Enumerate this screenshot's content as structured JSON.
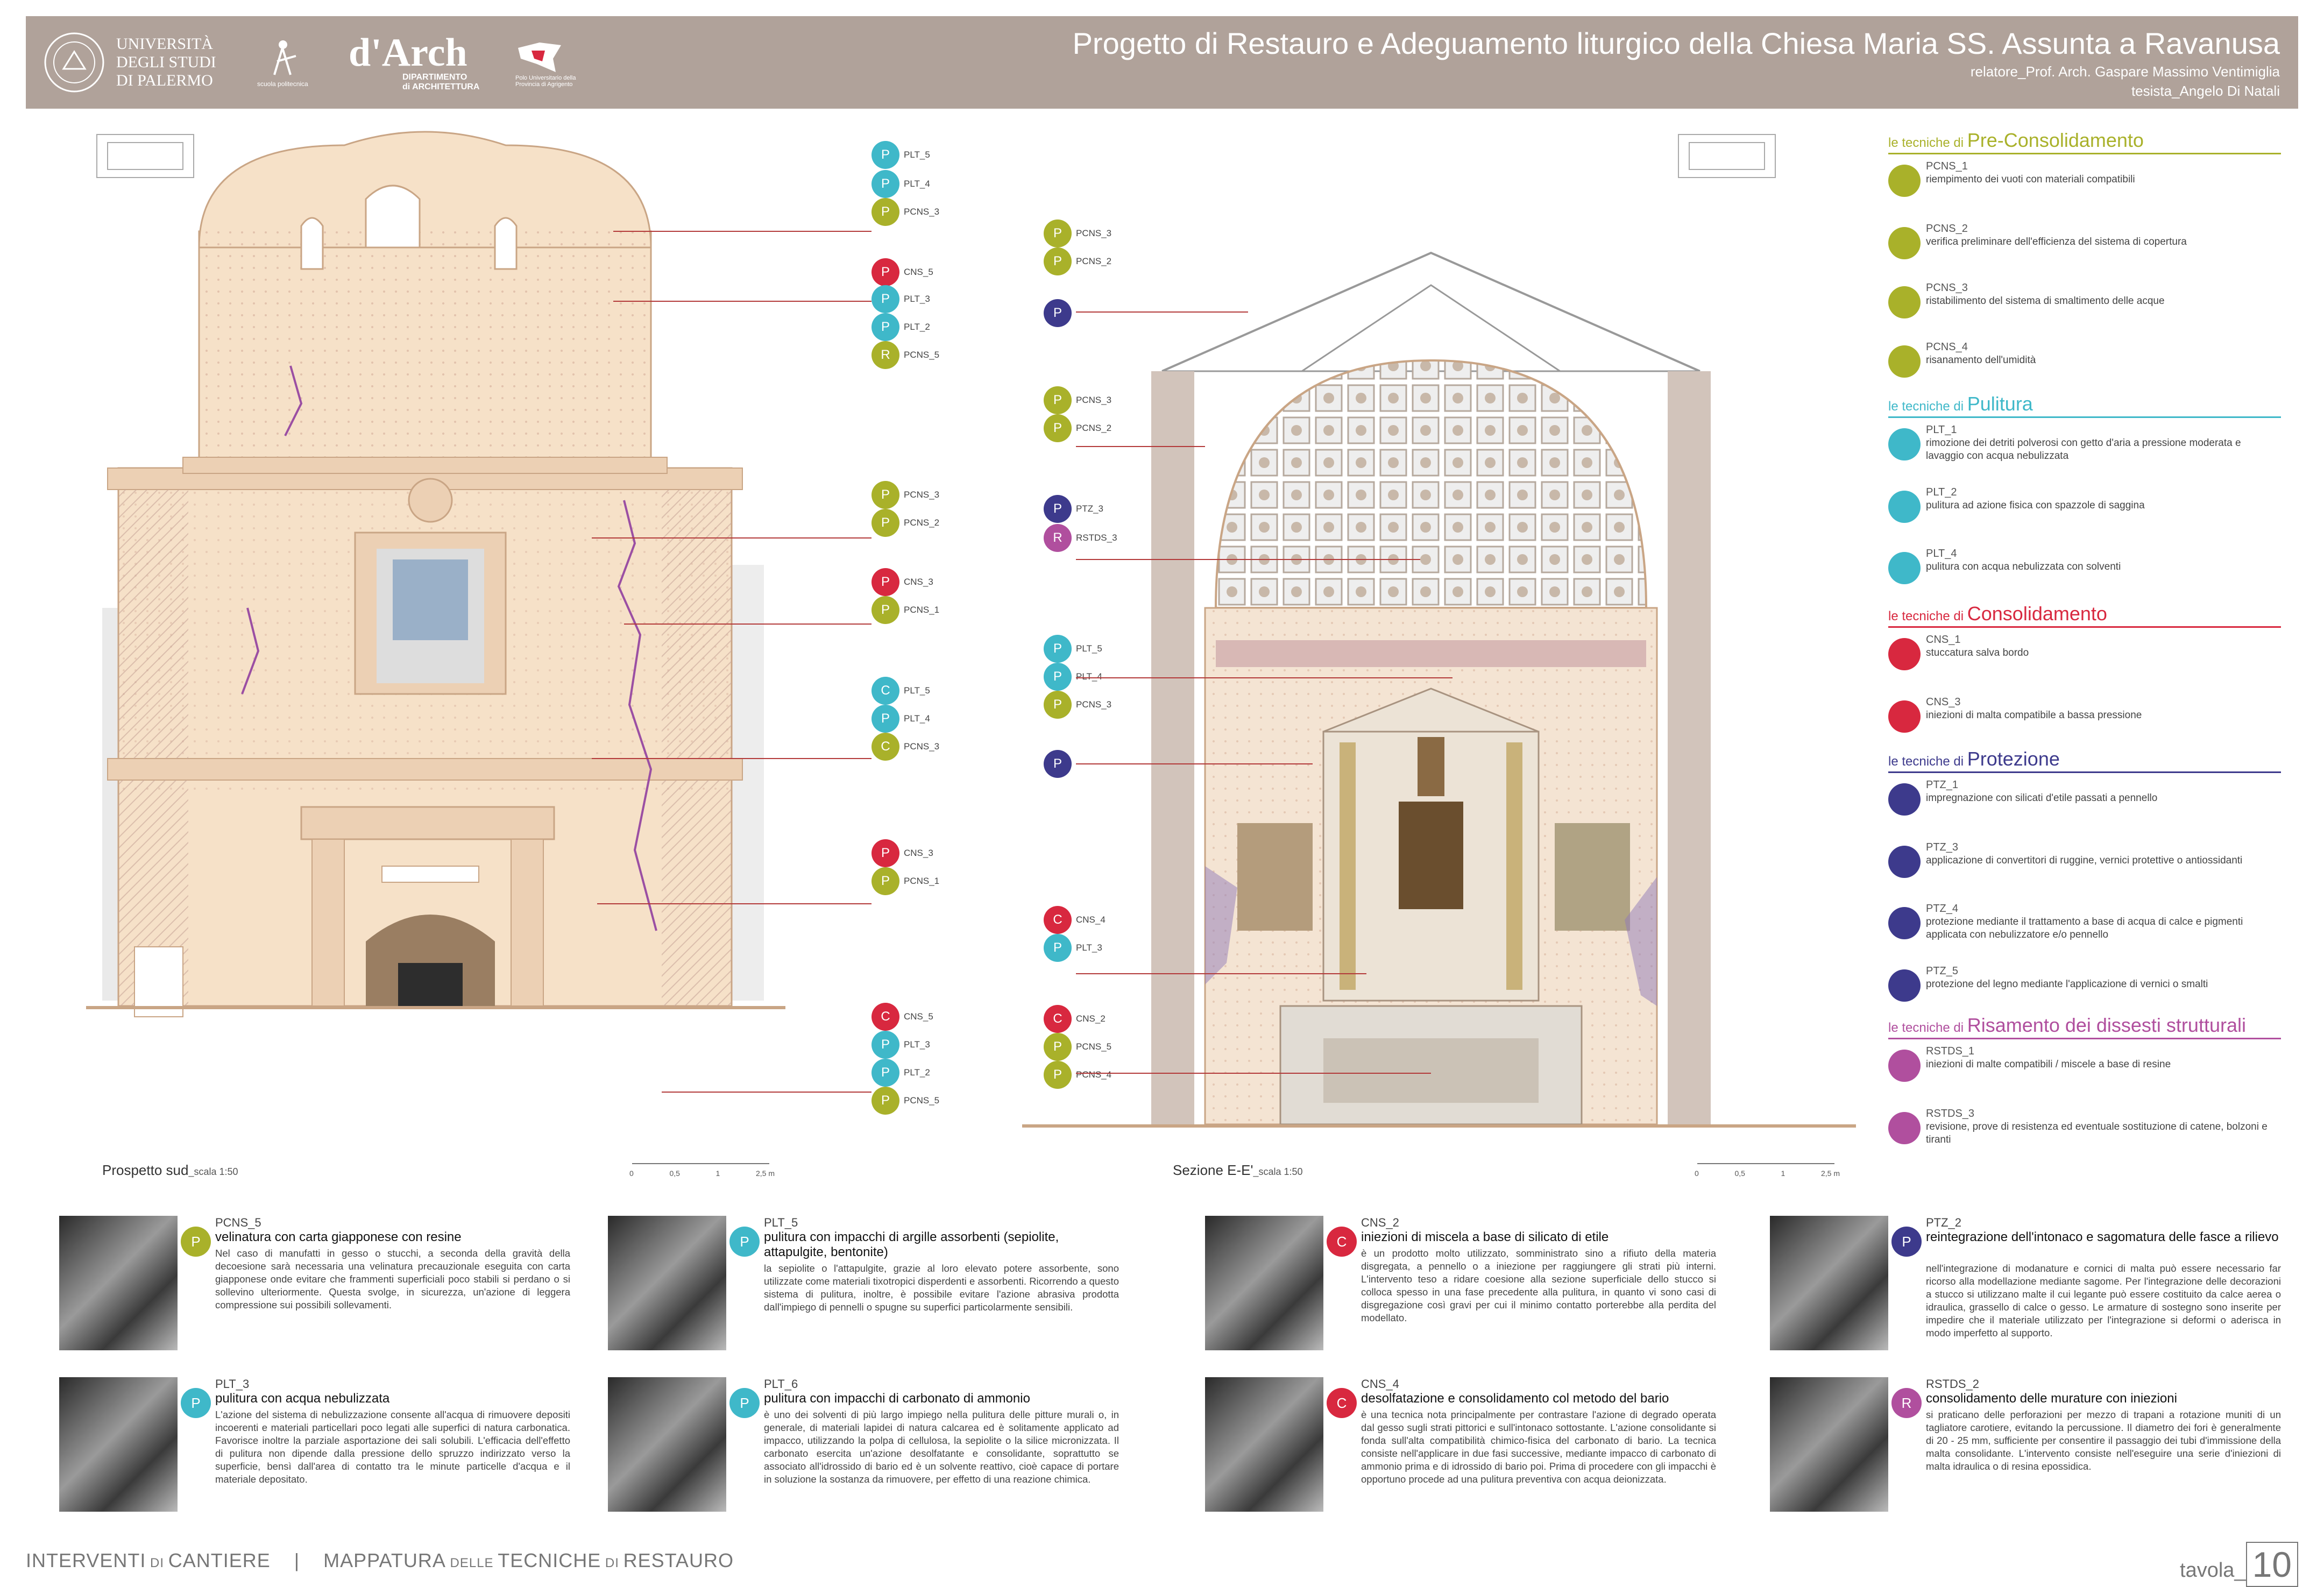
{
  "header": {
    "logos": {
      "unipa_line1": "UNIVERSITÀ",
      "unipa_line2": "DEGLI STUDI",
      "unipa_line3": "DI PALERMO",
      "darch_main": "d'Arch",
      "darch_sub1": "DIPARTIMENTO",
      "darch_sub2": "di ARCHITETTURA",
      "polo_text": "Polo Universitario della Provincia di Agrigento",
      "politecnico_text": "scuola politecnica"
    },
    "title": "Progetto di Restauro e Adeguamento liturgico della Chiesa Maria SS. Assunta a Ravanusa",
    "relatore": "relatore_Prof. Arch. Gaspare Massimo Ventimiglia",
    "tesista": "tesista_Angelo Di Natali"
  },
  "colors": {
    "preconsolidamento": "#a9b12a",
    "pulitura": "#3fb8c9",
    "consolidamento": "#d8283f",
    "protezione": "#3d3a8c",
    "risanamento": "#b04f9e",
    "header_bg": "#b0a29a",
    "facade": "#f3dcc0"
  },
  "drawings": {
    "left_caption": "Prospetto sud",
    "left_scale": "_scala 1:50",
    "right_caption": "Sezione E-E'",
    "right_scale": "_scala 1:50",
    "scale_ticks": [
      "0",
      "0,5",
      "1",
      "2,5 m"
    ]
  },
  "left_tags": [
    {
      "code": "PLT_5",
      "type": "pulitura",
      "icon": "P"
    },
    {
      "code": "PLT_4",
      "type": "pulitura",
      "icon": "P"
    },
    {
      "code": "PCNS_3",
      "type": "preconsolidamento",
      "icon": "P"
    },
    {
      "code": "CNS_5",
      "type": "consolidamento",
      "icon": "C"
    },
    {
      "code": "PLT_3",
      "type": "pulitura",
      "icon": "P"
    },
    {
      "code": "PLT_2",
      "type": "pulitura",
      "icon": "P"
    },
    {
      "code": "PCNS_5",
      "type": "preconsolidamento",
      "icon": "P"
    },
    {
      "code": "PCNS_3",
      "type": "preconsolidamento",
      "icon": "P"
    },
    {
      "code": "PCNS_2",
      "type": "preconsolidamento",
      "icon": "P"
    },
    {
      "code": "CNS_3",
      "type": "consolidamento",
      "icon": "C"
    },
    {
      "code": "PCNS_1",
      "type": "preconsolidamento",
      "icon": "P"
    },
    {
      "code": "PLT_5",
      "type": "pulitura",
      "icon": "P"
    },
    {
      "code": "PLT_4",
      "type": "pulitura",
      "icon": "P"
    },
    {
      "code": "PCNS_3",
      "type": "preconsolidamento",
      "icon": "P"
    },
    {
      "code": "CNS_3",
      "type": "consolidamento",
      "icon": "C"
    },
    {
      "code": "PCNS_1",
      "type": "preconsolidamento",
      "icon": "P"
    },
    {
      "code": "CNS_5",
      "type": "consolidamento",
      "icon": "C"
    },
    {
      "code": "PLT_3",
      "type": "pulitura",
      "icon": "P"
    },
    {
      "code": "PLT_2",
      "type": "pulitura",
      "icon": "P"
    },
    {
      "code": "PCNS_5",
      "type": "preconsolidamento",
      "icon": "P"
    }
  ],
  "right_tags": [
    {
      "code": "PCNS_3",
      "type": "preconsolidamento",
      "icon": "P"
    },
    {
      "code": "PCNS_2",
      "type": "preconsolidamento",
      "icon": "P"
    },
    {
      "code": "",
      "type": "protezione",
      "icon": "P"
    },
    {
      "code": "PCNS_3",
      "type": "preconsolidamento",
      "icon": "P"
    },
    {
      "code": "PCNS_2",
      "type": "preconsolidamento",
      "icon": "P"
    },
    {
      "code": "PTZ_3",
      "type": "protezione",
      "icon": "P"
    },
    {
      "code": "RSTDS_3",
      "type": "risanamento",
      "icon": "R"
    },
    {
      "code": "PLT_5",
      "type": "pulitura",
      "icon": "P"
    },
    {
      "code": "PLT_4",
      "type": "pulitura",
      "icon": "P"
    },
    {
      "code": "PCNS_3",
      "type": "preconsolidamento",
      "icon": "P"
    },
    {
      "code": "",
      "type": "protezione",
      "icon": "P"
    },
    {
      "code": "CNS_4",
      "type": "consolidamento",
      "icon": "C"
    },
    {
      "code": "PLT_3",
      "type": "pulitura",
      "icon": "P"
    },
    {
      "code": "CNS_2",
      "type": "consolidamento",
      "icon": "C"
    },
    {
      "code": "PCNS_5",
      "type": "preconsolidamento",
      "icon": "P"
    },
    {
      "code": "PCNS_4",
      "type": "preconsolidamento",
      "icon": "P"
    }
  ],
  "legend": [
    {
      "heading_prefix": "le tecniche di ",
      "heading": "Pre-Consolidamento",
      "type": "preconsolidamento",
      "items": [
        {
          "code": "PCNS_1",
          "desc": "riempimento dei vuoti con materiali compatibili"
        },
        {
          "code": "PCNS_2",
          "desc": "verifica preliminare dell'efficienza del sistema di copertura"
        },
        {
          "code": "PCNS_3",
          "desc": "ristabilimento del sistema di smaltimento delle acque"
        },
        {
          "code": "PCNS_4",
          "desc": "risanamento dell'umidità"
        }
      ]
    },
    {
      "heading_prefix": "le tecniche di ",
      "heading": "Pulitura",
      "type": "pulitura",
      "items": [
        {
          "code": "PLT_1",
          "desc": "rimozione dei detriti polverosi con getto d'aria a pressione moderata e lavaggio con acqua nebulizzata"
        },
        {
          "code": "PLT_2",
          "desc": "pulitura ad azione fisica con spazzole di saggina"
        },
        {
          "code": "PLT_4",
          "desc": "pulitura con acqua nebulizzata con solventi"
        }
      ]
    },
    {
      "heading_prefix": "le tecniche di ",
      "heading": "Consolidamento",
      "type": "consolidamento",
      "items": [
        {
          "code": "CNS_1",
          "desc": "stuccatura salva bordo"
        },
        {
          "code": "CNS_3",
          "desc": "iniezioni di malta compatibile a bassa pressione"
        }
      ]
    },
    {
      "heading_prefix": "le tecniche di ",
      "heading": "Protezione",
      "type": "protezione",
      "items": [
        {
          "code": "PTZ_1",
          "desc": "impregnazione con silicati d'etile passati a pennello"
        },
        {
          "code": "PTZ_3",
          "desc": "applicazione di convertitori di ruggine, vernici protettive o antiossidanti"
        },
        {
          "code": "PTZ_4",
          "desc": "protezione mediante il trattamento a base di acqua di calce e pigmenti applicata con nebulizzatore e/o pennello"
        },
        {
          "code": "PTZ_5",
          "desc": "protezione del legno mediante l'applicazione di vernici o smalti"
        }
      ]
    },
    {
      "heading_prefix": "le tecniche di ",
      "heading": "Risamento dei dissesti strutturali",
      "type": "risanamento",
      "items": [
        {
          "code": "RSTDS_1",
          "desc": "iniezioni di malte compatibili / miscele a base di resine"
        },
        {
          "code": "RSTDS_3",
          "desc": "revisione, prove di resistenza ed eventuale sostituzione di catene, bolzoni e tiranti"
        }
      ]
    }
  ],
  "techniques": [
    {
      "code": "PCNS_5",
      "type": "preconsolidamento",
      "icon": "P",
      "title": "velinatura con carta giapponese con resine",
      "text": "Nel caso di manufatti in gesso o stucchi, a seconda della gravità della decoesione sarà necessaria una velinatura precauzionale eseguita con carta giapponese onde evitare che frammenti superficiali poco stabili si perdano o si sollevino ulteriormente. Questa svolge, in sicurezza, un'azione di leggera compressione sui possibili sollevamenti."
    },
    {
      "code": "PLT_5",
      "type": "pulitura",
      "icon": "P",
      "title": "pulitura con impacchi di argille assorbenti (sepiolite, attapulgite, bentonite)",
      "text": "la sepiolite o l'attapulgite, grazie al loro elevato potere assorbente, sono utilizzate come materiali tixotropici disperdenti e assorbenti. Ricorrendo a questo sistema di pulitura, inoltre, è possibile evitare l'azione abrasiva prodotta dall'impiego di pennelli o spugne su superfici particolarmente sensibili."
    },
    {
      "code": "CNS_2",
      "type": "consolidamento",
      "icon": "C",
      "title": "iniezioni di miscela a base di silicato di etile",
      "text": "è un prodotto molto utilizzato, somministrato sino a rifiuto della materia disgregata, a pennello o a iniezione per raggiungere gli strati più interni. L'intervento teso a ridare coesione alla sezione superficiale dello stucco si colloca spesso in una fase precedente alla pulitura, in quanto vi sono casi di disgregazione così gravi per cui il minimo contatto porterebbe alla perdita del modellato."
    },
    {
      "code": "PTZ_2",
      "type": "protezione",
      "icon": "P",
      "title": "reintegrazione dell'intonaco e sagomatura delle fasce a rilievo",
      "text": "nell'integrazione di modanature e cornici di malta può essere necessario far ricorso alla modellazione mediante sagome. Per l'integrazione delle decorazioni a stucco si utilizzano malte il cui legante può essere costituito da calce aerea o idraulica, grassello di calce o gesso. Le armature di sostegno sono inserite per impedire che il materiale utilizzato per l'integrazione si deformi o aderisca in modo imperfetto al supporto."
    },
    {
      "code": "PLT_3",
      "type": "pulitura",
      "icon": "P",
      "title": "pulitura con acqua nebulizzata",
      "text": "L'azione del sistema di nebulizzazione consente all'acqua di rimuovere depositi incoerenti e materiali particellari poco legati alle superfici di natura carbonatica. Favorisce inoltre la parziale asportazione dei sali solubili. L'efficacia dell'effetto di pulitura non dipende dalla pressione dello spruzzo indirizzato verso la superficie, bensì dall'area di contatto tra le minute particelle d'acqua e il materiale depositato."
    },
    {
      "code": "PLT_6",
      "type": "pulitura",
      "icon": "P",
      "title": "pulitura con impacchi di carbonato di ammonio",
      "text": "è uno dei solventi di più largo impiego nella pulitura delle pitture murali o, in generale, di materiali lapidei di natura calcarea ed è solitamente applicato ad impacco, utilizzando la polpa di cellulosa, la sepiolite o la silice micronizzata. Il carbonato esercita un'azione desolfatante e consolidante, soprattutto se associato all'idrossido di bario ed è un solvente reattivo, cioè capace di portare in soluzione la sostanza da rimuovere, per effetto di una reazione chimica."
    },
    {
      "code": "CNS_4",
      "type": "consolidamento",
      "icon": "C",
      "title": "desolfatazione e consolidamento col metodo del bario",
      "text": "è una tecnica nota principalmente per contrastare l'azione di degrado operata dal gesso sugli strati pittorici e sull'intonaco sottostante. L'azione consolidante si fonda sull'alta compatibilità chimico-fisica del carbonato di bario. La tecnica consiste nell'applicare in due fasi successive, mediante impacco di carbonato di ammonio prima e di idrossido di bario poi. Prima di procedere con gli impacchi è opportuno procede ad una pulitura preventiva con acqua deionizzata."
    },
    {
      "code": "RSTDS_2",
      "type": "risanamento",
      "icon": "R",
      "title": "consolidamento delle murature con iniezioni",
      "text": "si praticano delle perforazioni per mezzo di trapani a rotazione muniti di un tagliatore carotiere, evitando la percussione. Il diametro dei fori è generalmente di 20 - 25 mm, sufficiente per consentire il passaggio dei tubi d'immissione della malta consolidante. L'intervento consiste nell'eseguire una serie d'iniezioni di malta idraulica o di resina epossidica."
    }
  ],
  "footer": {
    "part1": "INTERVENTI",
    "part1_small": " DI ",
    "part2": "CANTIERE",
    "sep": "|",
    "part3": "MAPPATURA",
    "part3_small": " DELLE ",
    "part4": "TECNICHE",
    "part4_small": " DI ",
    "part5": "RESTAURO",
    "tavola": "tavola_",
    "tavola_num": "10"
  }
}
